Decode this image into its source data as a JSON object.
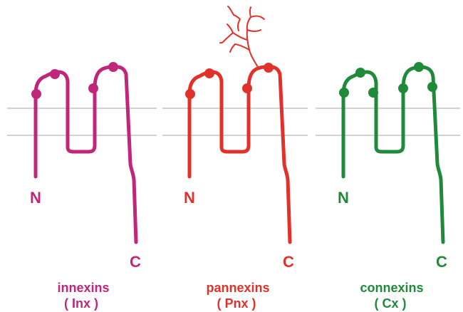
{
  "families": [
    {
      "id": "innexins",
      "name": "innexins",
      "abbrev": "( Inx )",
      "n_label": "N",
      "c_label": "C",
      "color": "#c0267a"
    },
    {
      "id": "pannexins",
      "name": "pannexins",
      "abbrev": "( Pnx )",
      "n_label": "N",
      "c_label": "C",
      "color": "#e0322b",
      "glycosylated": true
    },
    {
      "id": "connexins",
      "name": "connexins",
      "abbrev": "( Cx )",
      "n_label": "N",
      "c_label": "C",
      "color": "#1e8a3a"
    }
  ]
}
